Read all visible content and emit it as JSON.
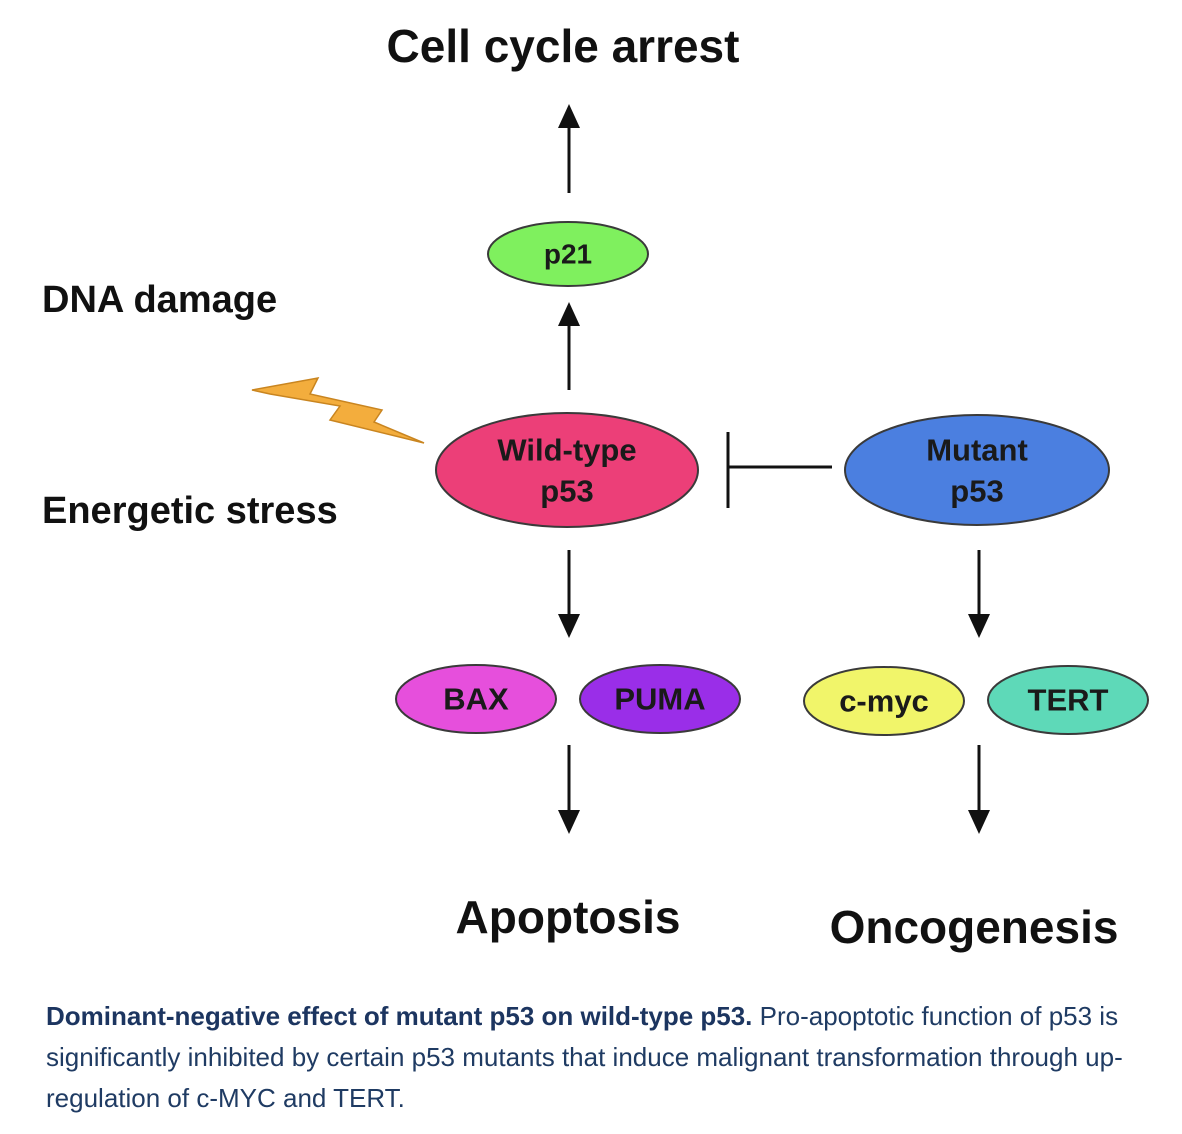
{
  "diagram": {
    "outcomes": {
      "top": "Cell cycle arrest",
      "apoptosis": "Apoptosis",
      "oncogenesis": "Oncogenesis"
    },
    "stimuli": {
      "dna_damage": "DNA damage",
      "energetic_stress": "Energetic stress"
    },
    "nodes": {
      "p21": {
        "label": "p21",
        "color": "#7ff05e"
      },
      "wild_type_p53": {
        "line1": "Wild-type",
        "line2": "p53",
        "color": "#ec3f78"
      },
      "mutant_p53": {
        "line1": "Mutant",
        "line2": "p53",
        "color": "#4b7fe0"
      },
      "bax": {
        "label": "BAX",
        "color": "#e64fdc"
      },
      "puma": {
        "label": "PUMA",
        "color": "#9a2ee8"
      },
      "cmyc": {
        "label": "c-myc",
        "color": "#f1f56a"
      },
      "tert": {
        "label": "TERT",
        "color": "#5ed9b8"
      }
    },
    "lightning_color": "#f3ad3d",
    "edges": [
      {
        "from": "wild_type_p53",
        "to": "p21",
        "type": "activation"
      },
      {
        "from": "p21",
        "to": "top",
        "type": "activation"
      },
      {
        "from": "wild_type_p53",
        "to": "bax_puma",
        "type": "activation"
      },
      {
        "from": "bax_puma",
        "to": "apoptosis",
        "type": "activation"
      },
      {
        "from": "mutant_p53",
        "to": "cmyc_tert",
        "type": "activation"
      },
      {
        "from": "cmyc_tert",
        "to": "oncogenesis",
        "type": "activation"
      },
      {
        "from": "mutant_p53",
        "to": "wild_type_p53",
        "type": "inhibition"
      }
    ]
  },
  "caption": {
    "title": "Dominant-negative effect of mutant p53 on wild-type p53.",
    "body": "Pro-apoptotic function of p53 is significantly inhibited by certain p53 mutants that induce malignant transformation through up-regulation of c-MYC and TERT."
  }
}
